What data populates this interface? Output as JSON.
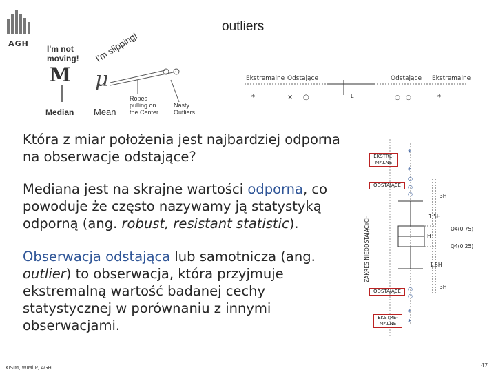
{
  "logo": {
    "text": "AGH"
  },
  "title": "outliers",
  "cartoon": {
    "not_moving": "I'm not moving!",
    "slipping": "I'm slipping!",
    "median_symbol": "M",
    "mean_symbol": "μ",
    "median": "Median",
    "mean": "Mean",
    "ropes": "Ropes pulling on the Center",
    "nasty": "Nasty Outliers"
  },
  "strip": {
    "ekstremalne_left": "Ekstremalne",
    "odstajace_left": "Odstające",
    "odstajace_right": "Odstające",
    "ekstremalne_right": "Ekstremalne"
  },
  "paragraphs": {
    "p1": "Która z miar położenia jest najbardziej odporna na obserwacje odstające?",
    "p2_a": "Mediana jest na skrajne wartości ",
    "p2_hl": "odporna",
    "p2_b": ", co powoduje że często nazywamy ją statystyką odporną (ang. ",
    "p2_it": "robust, resistant statistic",
    "p2_c": ").",
    "p3_hl": "Obserwacja odstająca",
    "p3_a": " lub samotnicza (ang. ",
    "p3_it": "outlier",
    "p3_b": ") to obserwacja, która przyjmuje ekstremalną wartość badanej cechy statystycznej w porównaniu z innymi obserwacjami."
  },
  "diagram": {
    "ekstremalne_top": "EKSTRE-MALNE",
    "odstajace_top": "ODSTAJĄCE",
    "vertical": "ZAKRES NIEODSTAJĄCYCH",
    "h1": "1,5H",
    "h2": "H",
    "q75": "Q4(0,75)",
    "q25": "Q4(0,25)",
    "h3": "1,5H",
    "h4": "3H",
    "top3h": "3H",
    "odstajace_bottom": "ODSTAJĄCE",
    "ekstremalne_bottom": "EKSTRE-MALNE"
  },
  "footer": "KISIM, WIMiIP, AGH",
  "page_number": "47"
}
